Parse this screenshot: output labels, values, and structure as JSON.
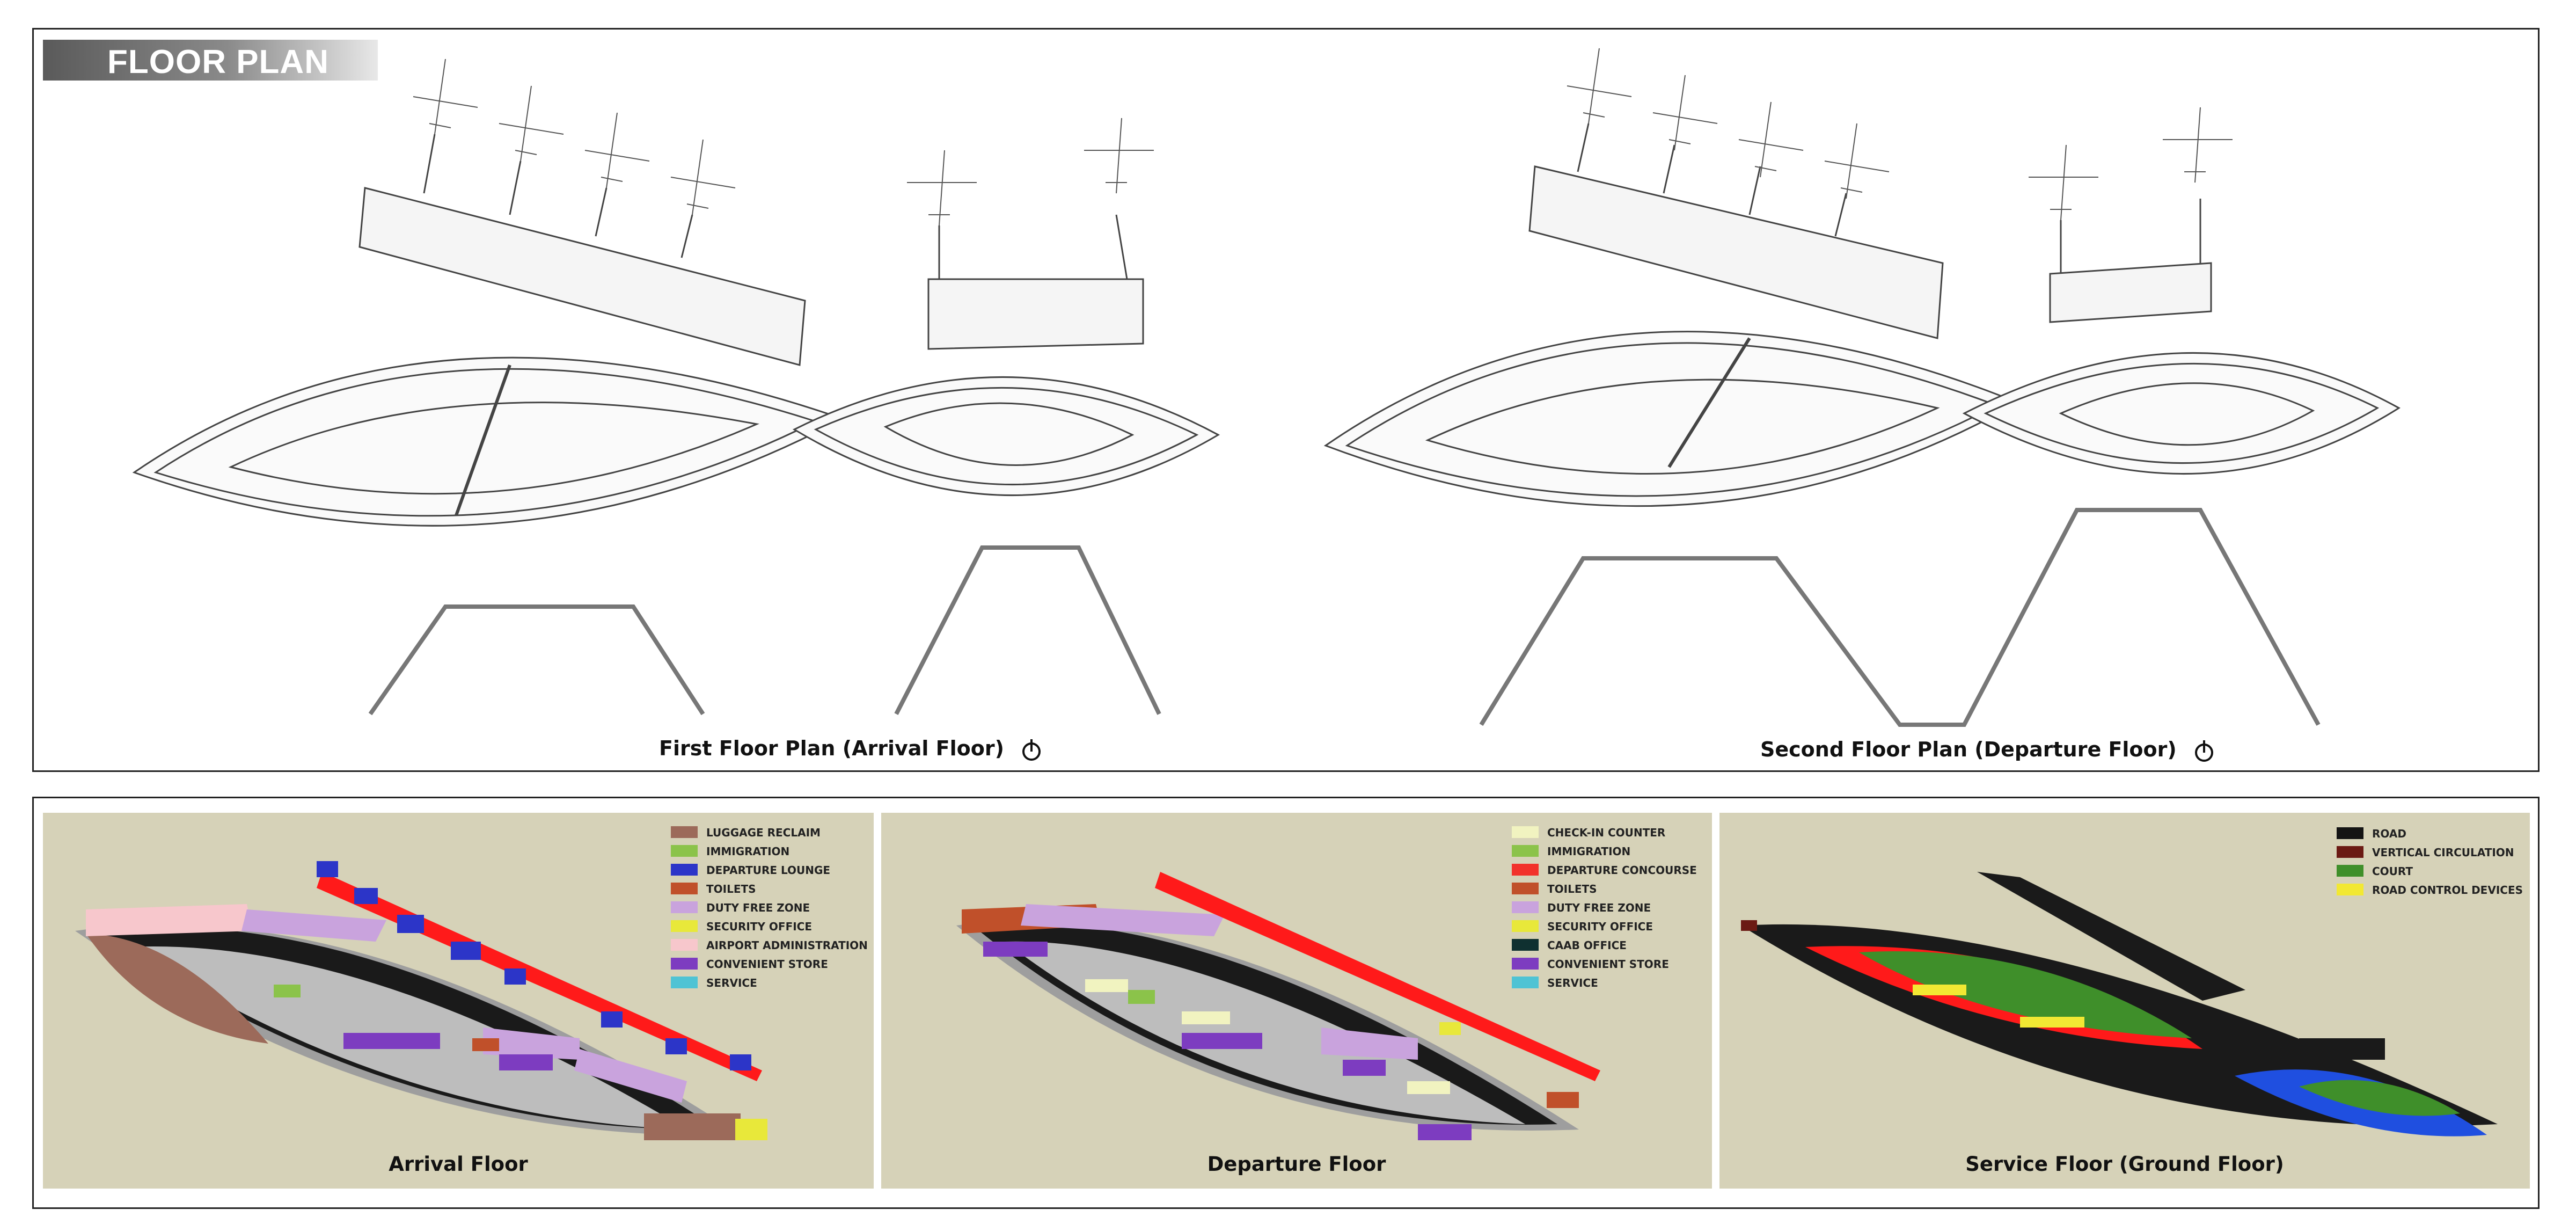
{
  "header": {
    "title": "FLOOR PLAN"
  },
  "plans": {
    "first_caption": "First Floor Plan (Arrival Floor)",
    "second_caption": "Second Floor Plan (Departure Floor)"
  },
  "panels": {
    "arrival": {
      "title": "Arrival Floor",
      "legend": [
        {
          "label": "LUGGAGE RECLAIM",
          "color": "#9c6a5a"
        },
        {
          "label": "IMMIGRATION",
          "color": "#8bc34a"
        },
        {
          "label": "DEPARTURE LOUNGE",
          "color": "#2c35c8"
        },
        {
          "label": "TOILETS",
          "color": "#c0502a"
        },
        {
          "label": "DUTY FREE ZONE",
          "color": "#c9a3dd"
        },
        {
          "label": "SECURITY OFFICE",
          "color": "#e8e83a"
        },
        {
          "label": "AIRPORT ADMINISTRATION",
          "color": "#f7c7cc"
        },
        {
          "label": "CONVENIENT STORE",
          "color": "#7d3cc0"
        },
        {
          "label": "SERVICE",
          "color": "#4fc3d4"
        }
      ]
    },
    "departure": {
      "title": "Departure Floor",
      "legend": [
        {
          "label": "CHECK-IN COUNTER",
          "color": "#f1f3c0"
        },
        {
          "label": "IMMIGRATION",
          "color": "#8bc34a"
        },
        {
          "label": "DEPARTURE CONCOURSE",
          "color": "#f2322b"
        },
        {
          "label": "TOILETS",
          "color": "#c0502a"
        },
        {
          "label": "DUTY FREE ZONE",
          "color": "#c9a3dd"
        },
        {
          "label": "SECURITY OFFICE",
          "color": "#e8e83a"
        },
        {
          "label": "CAAB OFFICE",
          "color": "#0f3030"
        },
        {
          "label": "CONVENIENT STORE",
          "color": "#7d3cc0"
        },
        {
          "label": "SERVICE",
          "color": "#4fc3d4"
        }
      ]
    },
    "service": {
      "title": "Service Floor (Ground Floor)",
      "legend": [
        {
          "label": "ROAD",
          "color": "#141414"
        },
        {
          "label": "VERTICAL CIRCULATION",
          "color": "#6b1a14"
        },
        {
          "label": "COURT",
          "color": "#3f8f2a"
        },
        {
          "label": "ROAD CONTROL DEVICES",
          "color": "#f2e833"
        }
      ]
    }
  }
}
